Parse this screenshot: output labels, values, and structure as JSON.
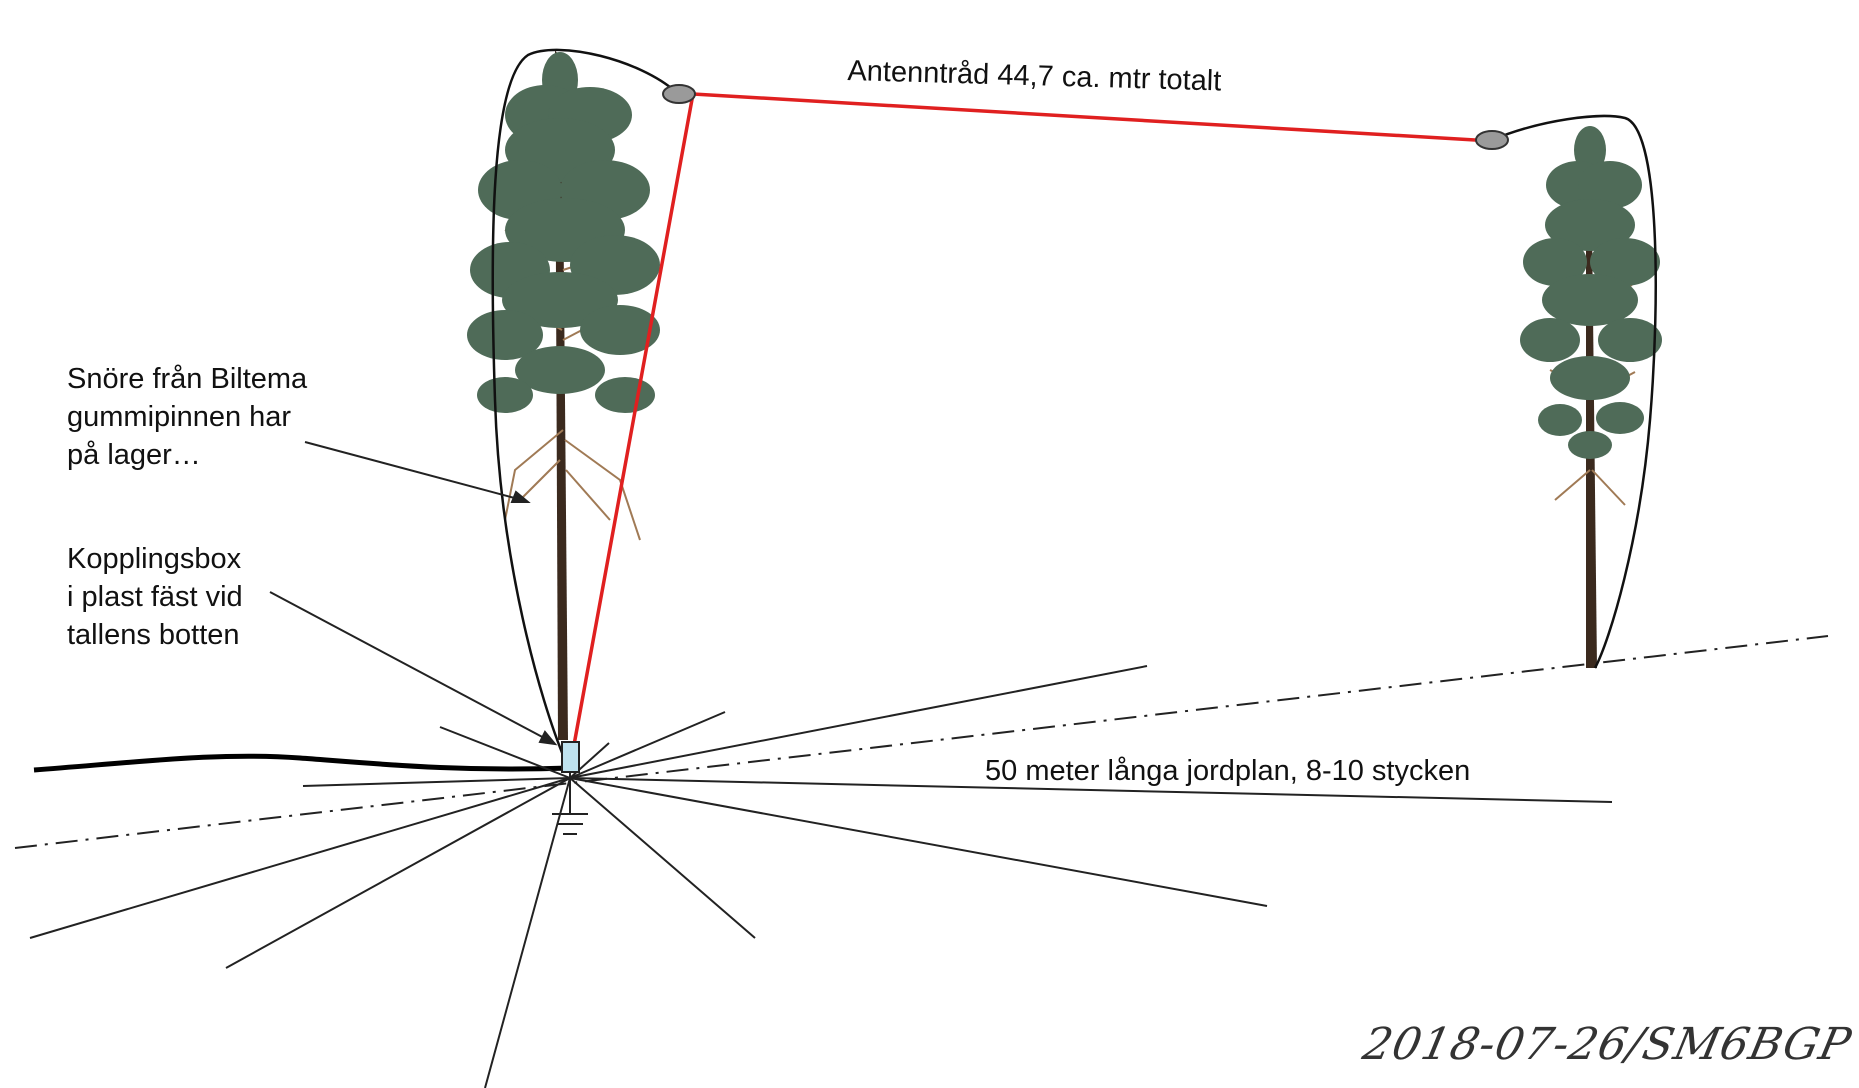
{
  "labels": {
    "antenna_wire": "Antenntråd 44,7 ca. mtr totalt",
    "ground_radials": "50 meter långa jordplan, 8-10 stycken",
    "string_note": [
      "Snöre från Biltema",
      "gummipinnen har",
      "på lager…"
    ],
    "box_note": [
      "Kopplingsbox",
      "i plast fäst vid",
      "tallens botten"
    ],
    "signature": "2018-07-26/SM6BGP"
  },
  "colors": {
    "antenna_wire": "#e02020",
    "string": "#111111",
    "foliage": "#4f6b58",
    "trunk": "#3b2a1e",
    "insulator": "#9a9a9a",
    "coupling_box": "#bfe3ef"
  }
}
